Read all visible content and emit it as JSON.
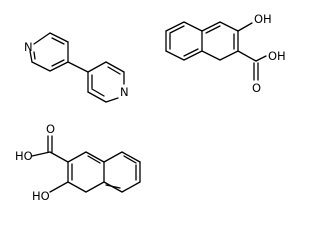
{
  "molecules": [
    {
      "id": "bipyridine",
      "atom_labels": {
        "n1": "N",
        "n2": "N"
      }
    },
    {
      "id": "hydroxynaphthoic-acid-top",
      "atom_labels": {
        "oh": "OH",
        "acid_oh": "OH",
        "carbonyl_o": "O"
      }
    },
    {
      "id": "hydroxynaphthoic-acid-bottom",
      "atom_labels": {
        "acid_oh": "HO",
        "carbonyl_o": "O",
        "oh": "HO"
      }
    }
  ],
  "colors": {
    "background": "#ffffff",
    "ink": "#000000"
  }
}
